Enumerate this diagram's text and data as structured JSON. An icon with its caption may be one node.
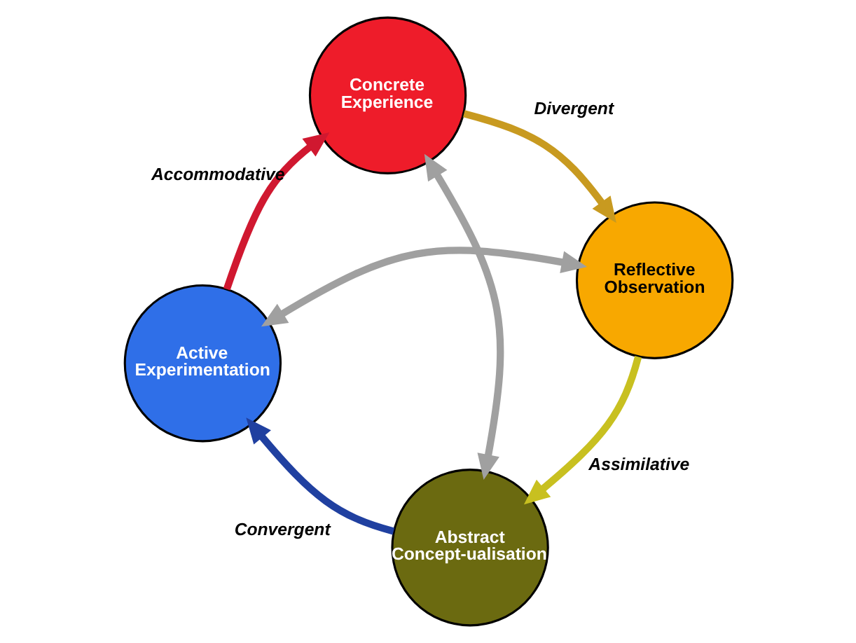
{
  "diagram": {
    "nodes": [
      {
        "text": [
          "Concrete Experience"
        ]
      },
      {
        "text": [
          "Reflective Observation"
        ]
      },
      {
        "text": [
          "Abstract Concept-ualisation"
        ]
      },
      {
        "text": [
          "Active Experimentation"
        ]
      }
    ],
    "edges": [
      {
        "from": 0,
        "to": 1,
        "arrow": "to",
        "color": "#c89a20"
      },
      {
        "from": 1,
        "to": 2,
        "arrow": "to",
        "color": "#c8c020"
      },
      {
        "from": 2,
        "to": 3,
        "arrow": "to",
        "color": "#2040a0"
      },
      {
        "from": 3,
        "to": 0,
        "arrow": "to",
        "color": "#d01830"
      },
      {
        "from": 0,
        "to": 2,
        "arrow": "both",
        "color": "#a0a0a0"
      },
      {
        "from": 3,
        "to": 1,
        "arrow": "both",
        "color": "#a0a0a0"
      }
    ],
    "labels": [
      "Accommodative",
      "Divergent",
      "Convergent",
      "Assimilative"
    ]
  }
}
